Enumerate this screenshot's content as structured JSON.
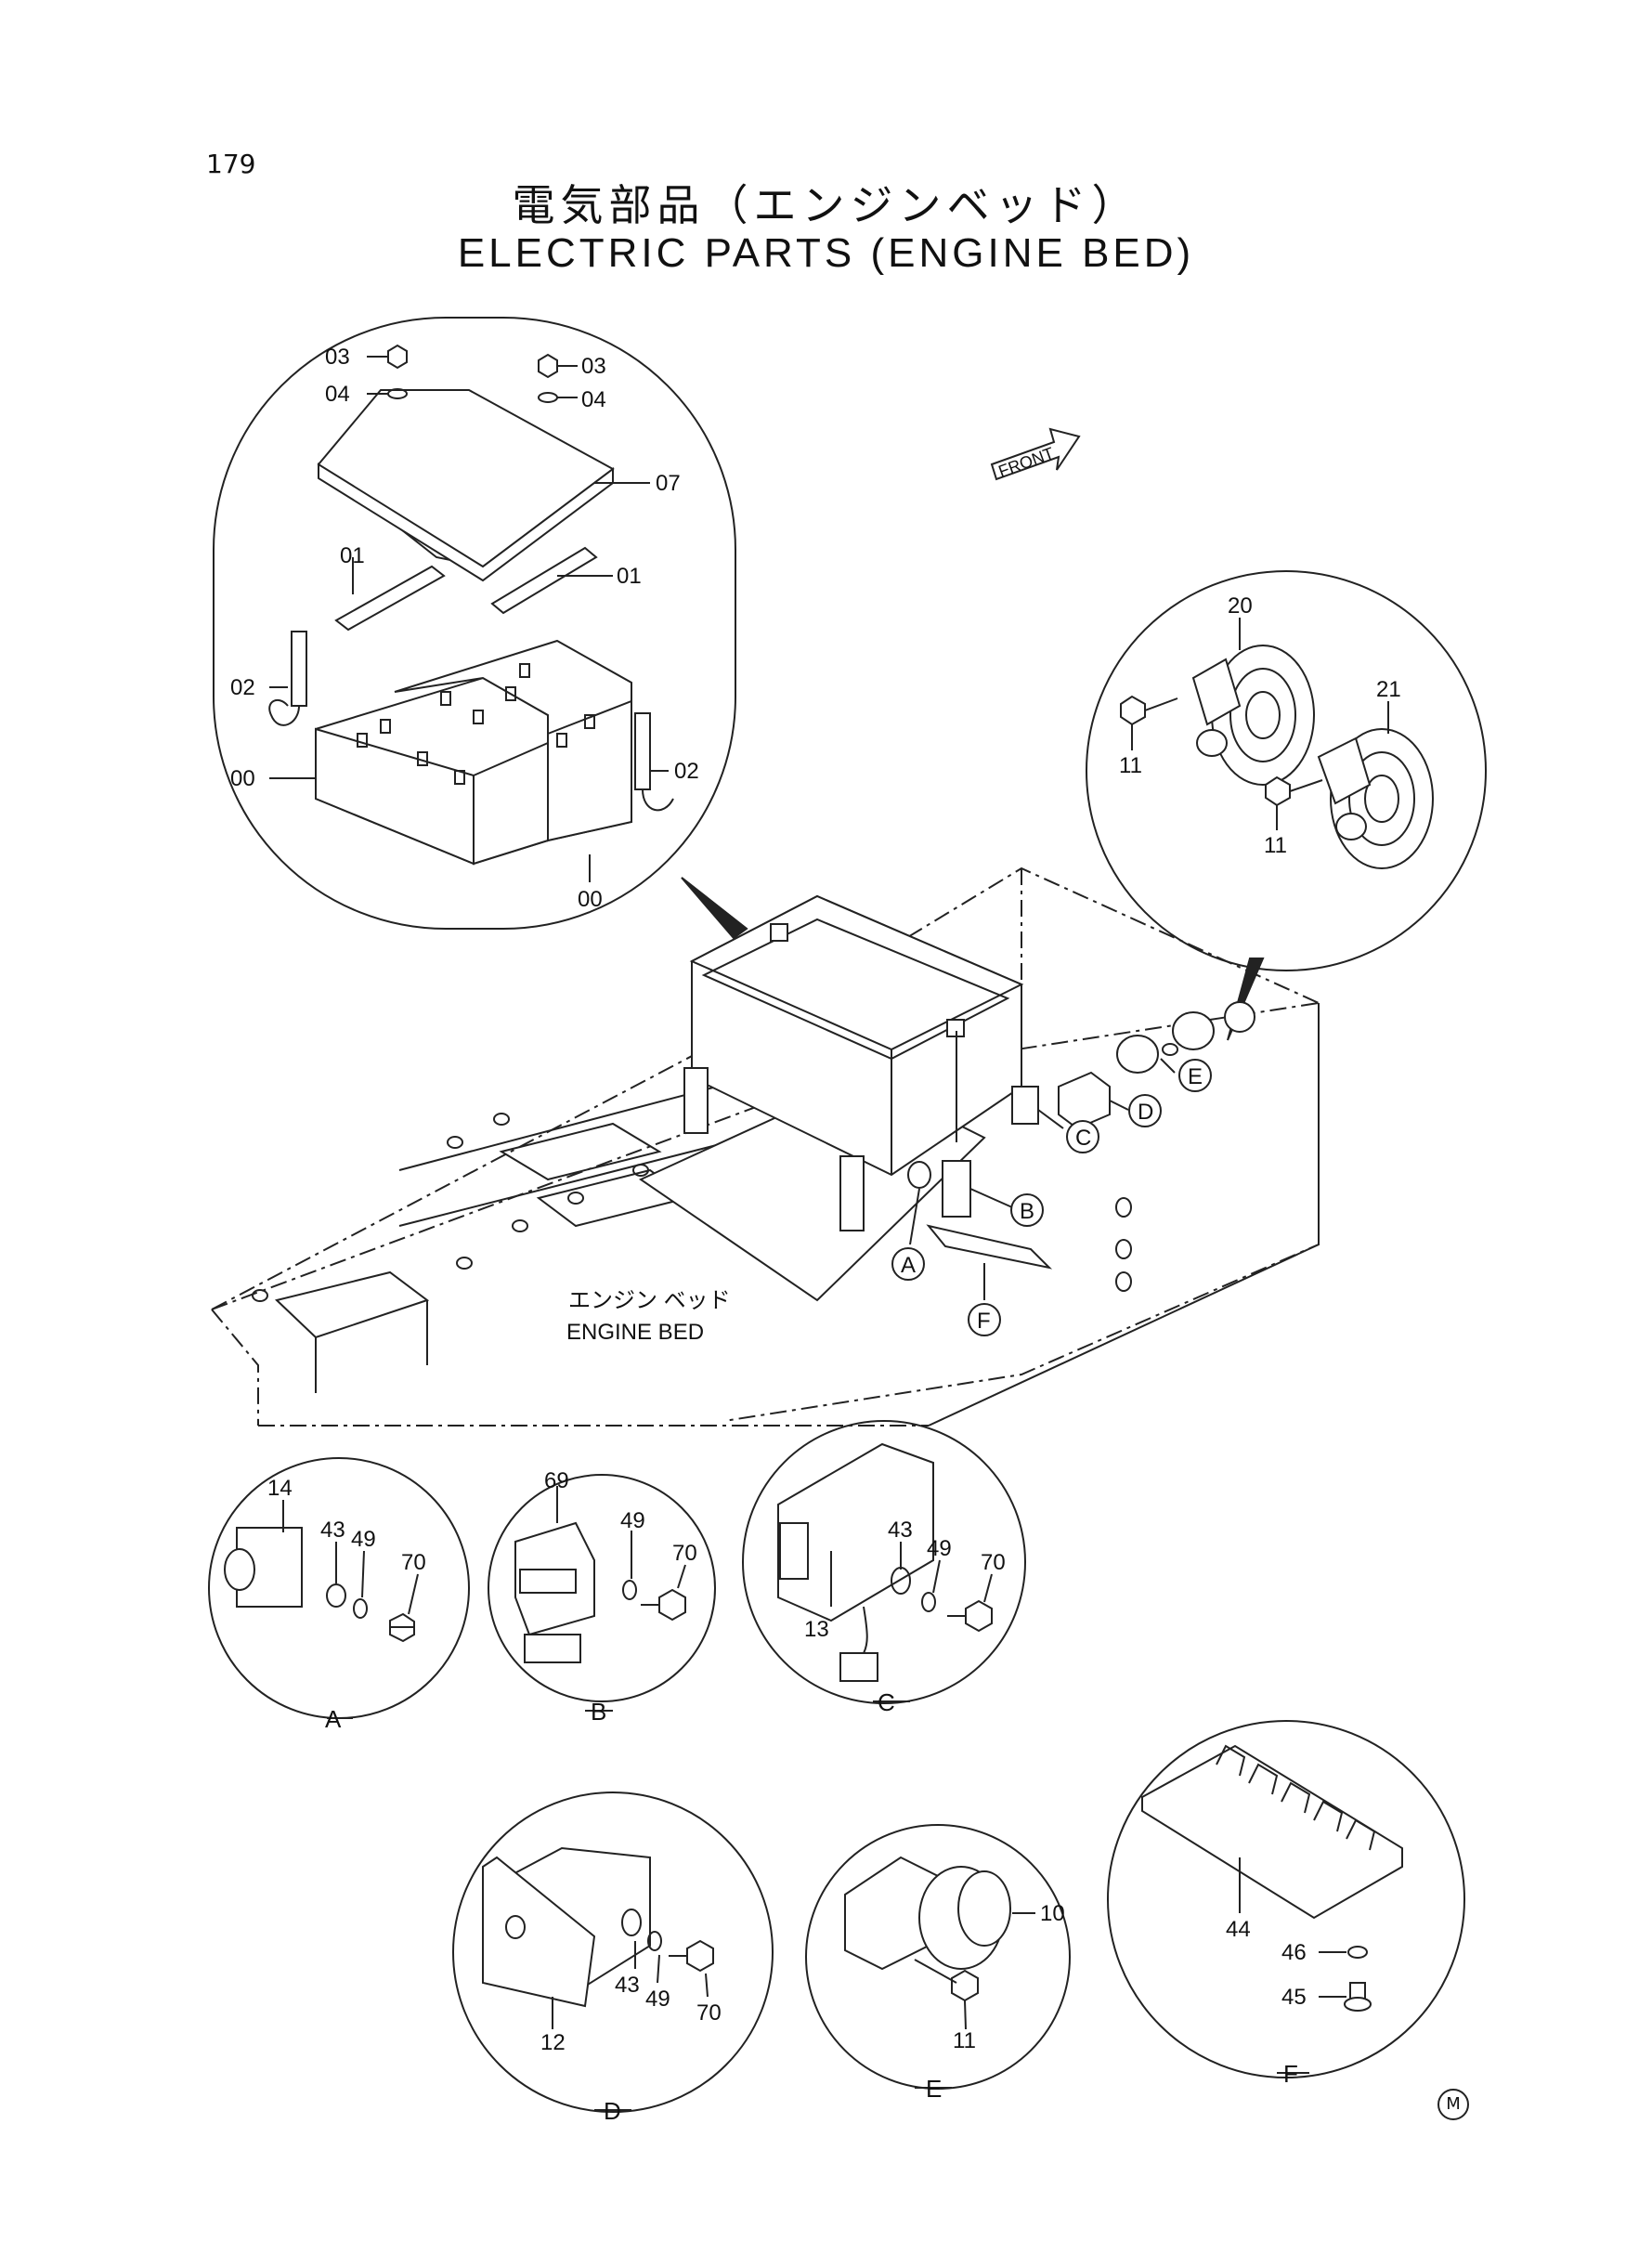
{
  "page": {
    "number": "179",
    "mark": "M"
  },
  "title": {
    "jp": "電気部品（エンジンベッド）",
    "en": "ELECTRIC PARTS (ENGINE BED)"
  },
  "front_label": "FRONT",
  "engine_bed": {
    "jp": "エンジン ベッド",
    "en": "ENGINE BED"
  },
  "battery_callouts": [
    "03",
    "04",
    "03",
    "04",
    "07",
    "01",
    "01",
    "02",
    "02",
    "00",
    "00"
  ],
  "horn_callouts": [
    "20",
    "21",
    "11",
    "11"
  ],
  "view_markers": [
    "A",
    "B",
    "C",
    "D",
    "E",
    "F"
  ],
  "details": {
    "A": {
      "label": "A",
      "parts": [
        "14",
        "43",
        "49",
        "70"
      ]
    },
    "B": {
      "label": "B",
      "parts": [
        "69",
        "49",
        "70"
      ]
    },
    "C": {
      "label": "C",
      "parts": [
        "43",
        "49",
        "70",
        "13"
      ]
    },
    "D": {
      "label": "D",
      "parts": [
        "12",
        "43",
        "49",
        "70"
      ]
    },
    "E": {
      "label": "E",
      "parts": [
        "10",
        "11"
      ]
    },
    "F": {
      "label": "F",
      "parts": [
        "44",
        "46",
        "45"
      ]
    }
  }
}
